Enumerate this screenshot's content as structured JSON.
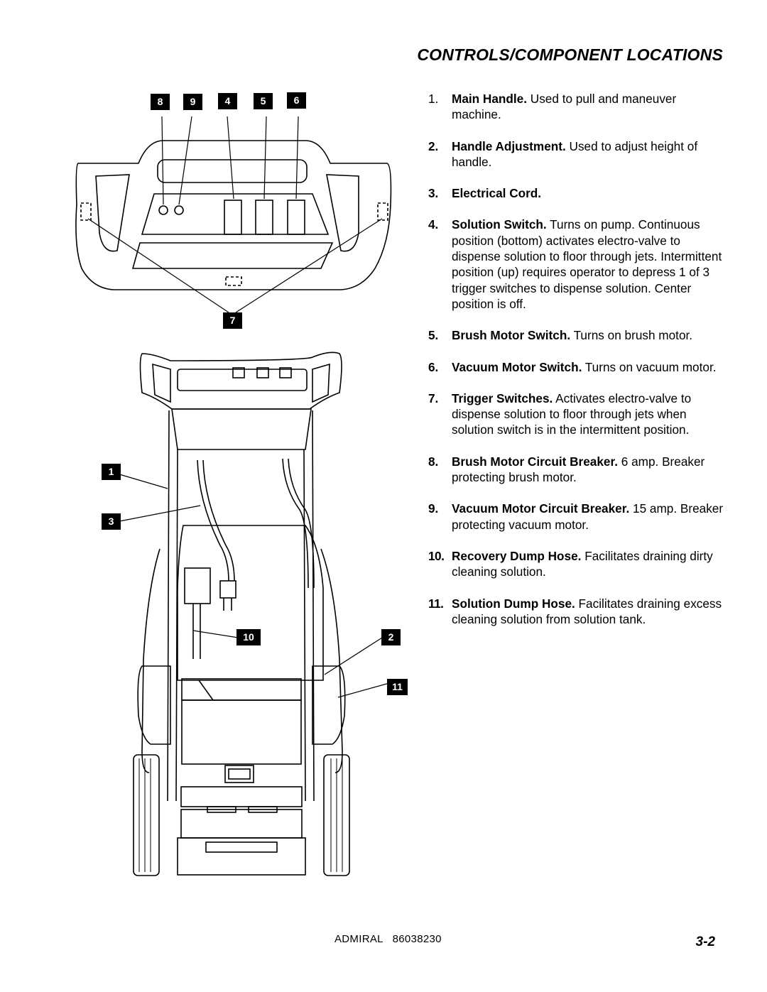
{
  "page": {
    "title": "CONTROLS/COMPONENT LOCATIONS",
    "footer_model": "ADMIRAL   86038230",
    "page_number": "3-2"
  },
  "figure": {
    "callouts": [
      "8",
      "9",
      "4",
      "5",
      "6",
      "7",
      "1",
      "3",
      "10",
      "2",
      "11"
    ]
  },
  "items": [
    {
      "num": "1.",
      "head": "Main Handle.",
      "text": " Used to pull and maneuver machine."
    },
    {
      "num": "2.",
      "head": "Handle Adjustment.",
      "text": " Used to adjust height of handle."
    },
    {
      "num": "3.",
      "head": "Electrical Cord.",
      "text": ""
    },
    {
      "num": "4.",
      "head": "Solution Switch.",
      "text": " Turns on pump. Continuous position (bottom) activates electro-valve to dispense solution to floor through jets. Intermittent position (up) requires operator to depress 1 of 3 trigger switches to dispense solution. Center position is off."
    },
    {
      "num": "5.",
      "head": "Brush Motor Switch.",
      "text": " Turns on brush motor."
    },
    {
      "num": "6.",
      "head": "Vacuum Motor Switch.",
      "text": " Turns on vacuum motor."
    },
    {
      "num": "7.",
      "head": "Trigger Switches.",
      "text": " Activates electro-valve to dispense solution to floor through jets when solution switch is in the intermittent position."
    },
    {
      "num": "8.",
      "head": "Brush Motor Circuit Breaker.",
      "text": " 6 amp. Breaker protecting brush motor."
    },
    {
      "num": "9.",
      "head": "Vacuum Motor Circuit Breaker.",
      "text": " 15 amp. Breaker protecting vacuum motor."
    },
    {
      "num": "10.",
      "head": "Recovery Dump Hose.",
      "text": " Facilitates draining dirty cleaning solution."
    },
    {
      "num": "11.",
      "head": "Solution Dump Hose.",
      "text": " Facilitates draining excess cleaning solution from solution tank."
    }
  ]
}
